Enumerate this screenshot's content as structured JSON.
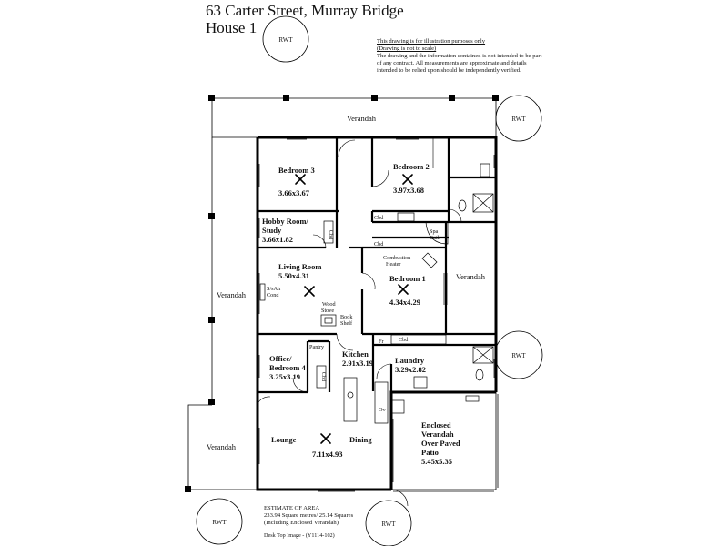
{
  "header": {
    "address": "63 Carter Street, Murray Bridge",
    "house": "House 1"
  },
  "disclaimer": {
    "line1": "This drawing is for illustration purposes only",
    "line2": "(Drawing is not to scale)",
    "body": "The drawing and the information contained is not intended to be part of any contract.  All measurements are approximate and details intended to be relied upon should be independently verified."
  },
  "tanks": {
    "label": "RWT"
  },
  "rooms": {
    "verandah_top": "Verandah",
    "verandah_left": "Verandah",
    "verandah_right": "Verandah",
    "verandah_bottom_left": "Verandah",
    "bedroom3": {
      "name": "Bedroom 3",
      "dims": "3.66x3.67"
    },
    "bedroom2": {
      "name": "Bedroom 2",
      "dims": "3.97x3.68"
    },
    "hobby": {
      "name1": "Hobby Room/",
      "name2": "Study",
      "dims": "3.66x1.82"
    },
    "living": {
      "name": "Living Room",
      "dims": "5.50x4.31"
    },
    "bedroom1": {
      "name": "Bedroom 1",
      "dims": "4.34x4.29"
    },
    "office": {
      "name1": "Office/",
      "name2": "Bedroom 4",
      "dims": "3.25x3.19"
    },
    "kitchen": {
      "name": "Kitchen",
      "dims": "2.91x3.19"
    },
    "laundry": {
      "name": "Laundry",
      "dims": "3.29x2.82"
    },
    "lounge": "Lounge",
    "dining": "Dining",
    "lounge_dims": "7.11x4.93",
    "enclosed": {
      "l1": "Enclosed",
      "l2": "Verandah",
      "l3": "Over Paved",
      "l4": "Patio",
      "dims": "5.45x5.35"
    }
  },
  "fixtures": {
    "cbd": "Cbd",
    "spa1": "Spa",
    "spa2": "Bath",
    "combustion1": "Combustion",
    "combustion2": "Heater",
    "sair1": "S/sAir",
    "sair2": "Cond",
    "wood1": "Wood",
    "wood2": "Stove",
    "book1": "Book",
    "book2": "Shelf",
    "pantry": "Pantry",
    "fr": "Fr",
    "ov": "Ov"
  },
  "footer": {
    "estimate": "ESTIMATE OF AREA",
    "area": "233.94 Square metres/  25.14 Squares",
    "incl": "(Including Enclosed Verandah)",
    "credit": "Desk Top Image - (Y1114-102)"
  }
}
